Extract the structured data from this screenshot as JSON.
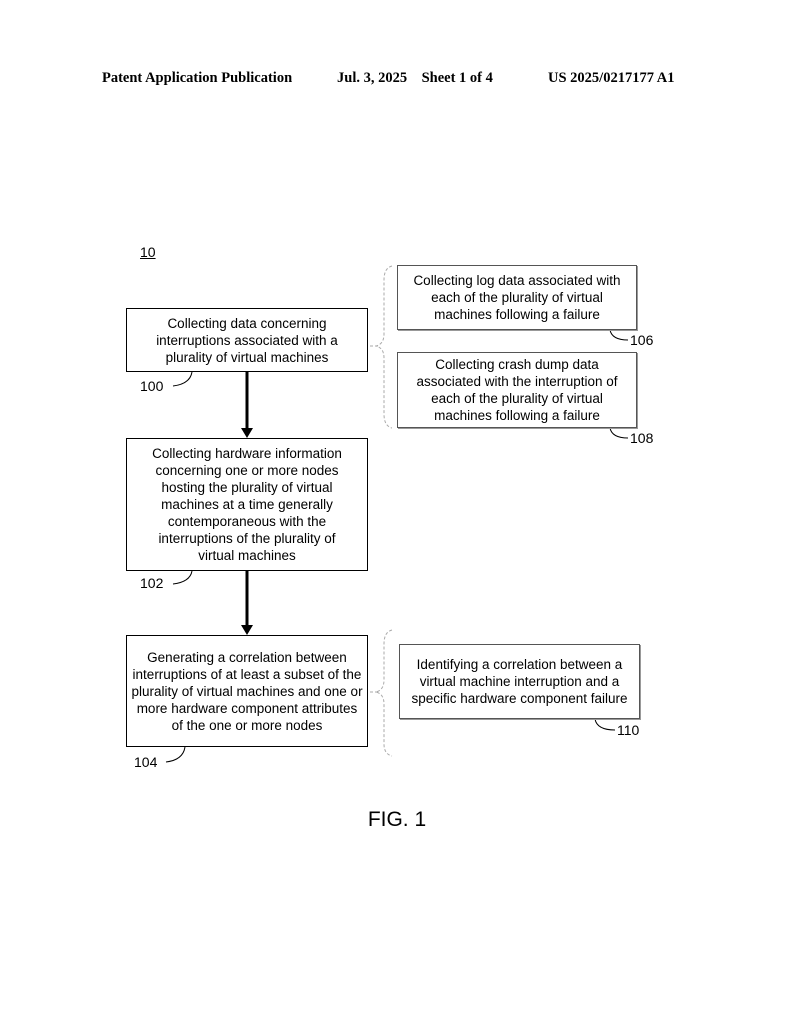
{
  "header": {
    "left": "Patent Application Publication",
    "middle": "Jul. 3, 2025    Sheet 1 of 4",
    "right": "US 2025/0217177 A1"
  },
  "figure": {
    "ref": "10",
    "caption": "FIG. 1"
  },
  "steps": [
    {
      "id": "100",
      "text": "Collecting data concerning interruptions associated with a plurality of virtual machines"
    },
    {
      "id": "102",
      "text": "Collecting hardware information concerning one or more nodes hosting the plurality of virtual machines at a time generally contemporaneous with the interruptions of the plurality of virtual machines"
    },
    {
      "id": "104",
      "text": "Generating a correlation between interruptions of at least a subset of the plurality of virtual machines and one or more hardware component attributes of the one or more nodes"
    }
  ],
  "substeps": [
    {
      "id": "106",
      "text": "Collecting log data associated with each of the plurality of virtual machines following a failure"
    },
    {
      "id": "108",
      "text": "Collecting crash dump data associated with the interruption of each of the plurality of virtual machines following a failure"
    },
    {
      "id": "110",
      "text": "Identifying a correlation between a virtual machine interruption and a specific hardware component failure"
    }
  ]
}
